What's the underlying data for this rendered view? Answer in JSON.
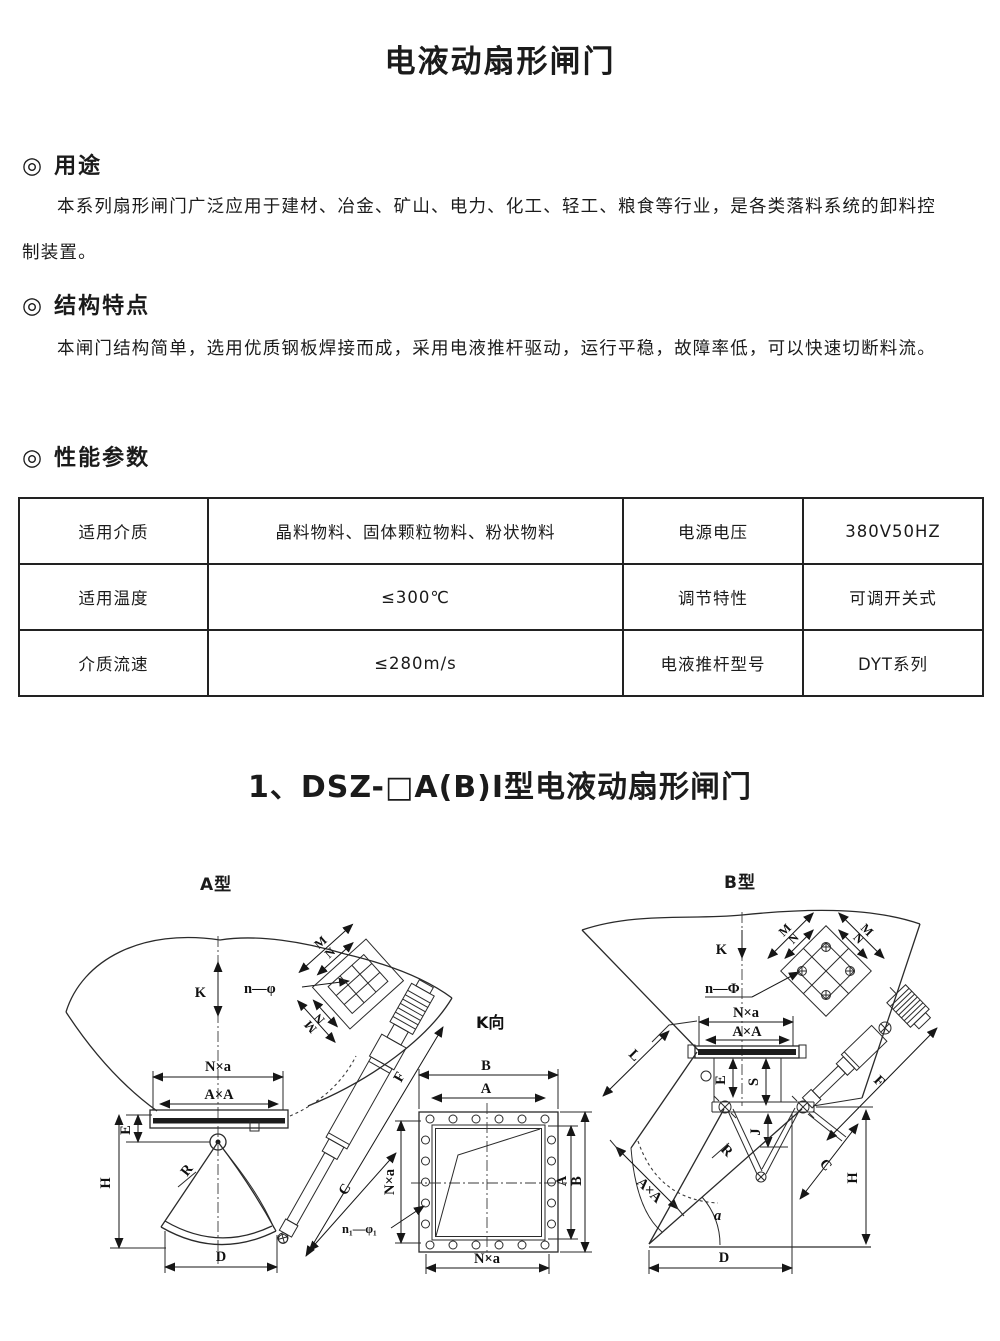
{
  "page": {
    "title": "电液动扇形闸门"
  },
  "sections": {
    "usage": {
      "bullet": "◎",
      "heading": "用途",
      "body": "本系列扇形闸门广泛应用于建材、冶金、矿山、电力、化工、轻工、粮食等行业，是各类落料系统的卸料控制装置。"
    },
    "structure": {
      "bullet": "◎",
      "heading": "结构特点",
      "body": "本闸门结构简单，选用优质钢板焊接而成，采用电液推杆驱动，运行平稳，故障率低，可以快速切断料流。"
    },
    "performance": {
      "bullet": "◎",
      "heading": "性能参数"
    }
  },
  "table": {
    "rows": [
      [
        "适用介质",
        "晶料物料、固体颗粒物料、粉状物料",
        "电源电压",
        "380V50HZ"
      ],
      [
        "适用温度",
        "≤300℃",
        "调节特性",
        "可调开关式"
      ],
      [
        "介质流速",
        "≤280m/s",
        "电液推杆型号",
        "DYT系列"
      ]
    ]
  },
  "model_title": "1、DSZ-□A(B)Ⅰ型电液动扇形闸门",
  "drawings": {
    "a_label": "A型",
    "b_label": "B型",
    "a": {
      "k": "K",
      "n_phi": "n—φ",
      "m": "M",
      "n": "N",
      "nxa": "N×a",
      "axa": "A×A",
      "e": "E",
      "h": "H",
      "r": "R",
      "d": "D",
      "c": "C",
      "f": "F"
    },
    "kview": {
      "title": "K向",
      "b": "B",
      "a": "A",
      "nxa": "N×a",
      "n1_phi1": "n₁—φ₁"
    },
    "b": {
      "k": "K",
      "n_phi": "n—Φ",
      "m": "M",
      "n": "N",
      "nxa": "N×a",
      "axa": "A×A",
      "l": "L",
      "e": "E",
      "s": "S",
      "j": "J",
      "r": "R",
      "c": "C",
      "f": "F",
      "h": "H",
      "alpha": "a",
      "d": "D"
    }
  }
}
